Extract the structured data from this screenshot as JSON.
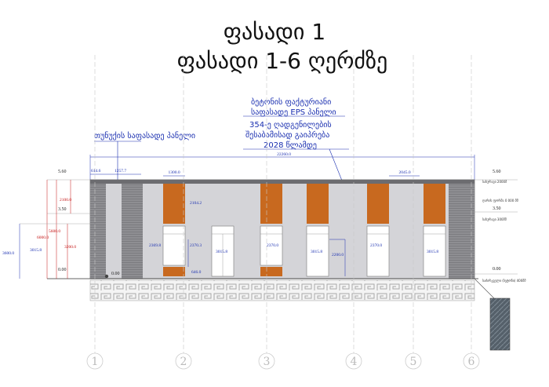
{
  "title": {
    "line1": "ფასადი 1",
    "line2": "ფასადი 1-6 ღერძზე"
  },
  "notes": {
    "panel_note": [
      "ბეტონის ფაქტურიანი",
      "საფასადე EPS პანელი"
    ],
    "standard_note": [
      "354-ე ღადგენილების",
      "შესაბამისად გაიპრება",
      "2028 წლამდე"
    ],
    "tin_note": "თუნუქის საფასადე პანელი"
  },
  "dimensions": {
    "overall": "22260.0",
    "bay_left_a": "614.6",
    "bay_left_b": "1257.7",
    "pier_width": "1300.0",
    "pier_width_right": "2045.0",
    "panel_height": "2104.2",
    "door_height": "2370.0",
    "window_height": "2369.8",
    "window_height_b": "2370.3",
    "door_width": "3015.8",
    "base_pier": "646.0",
    "sill_height": "2200.0",
    "h_total": "3600.0",
    "h_upper": "6000.0",
    "h_mid": "5600.0",
    "h_panel": "3200.0",
    "h_top": "2100.0",
    "h_door": "3015.8",
    "lvl_top": "5.60",
    "lvl_mid": "3.50",
    "lvl_zero": "0.00",
    "lvl_zero_marker": "0.00"
  },
  "right_labels": {
    "lvl_top": "5.60",
    "lvl_mid": "3.50",
    "lvl_zero": "0.00",
    "parapet": "სახურავი 2000მ",
    "gutter": "ღარის ფორმა 0 000 მმ",
    "cornice": "სახურავი 300მმ",
    "foundation": "საძირკველი (ბეტონი) 400მმ"
  },
  "axes": [
    "1",
    "2",
    "3",
    "4",
    "5",
    "6"
  ],
  "colors": {
    "facade_light": "#d4d4d8",
    "facade_dark": "#8e8e92",
    "orange_panel": "#c8691f",
    "base_pattern": "#a9a9a9",
    "dimension_blue": "#1a2fb0",
    "dimension_red": "#c41414"
  }
}
